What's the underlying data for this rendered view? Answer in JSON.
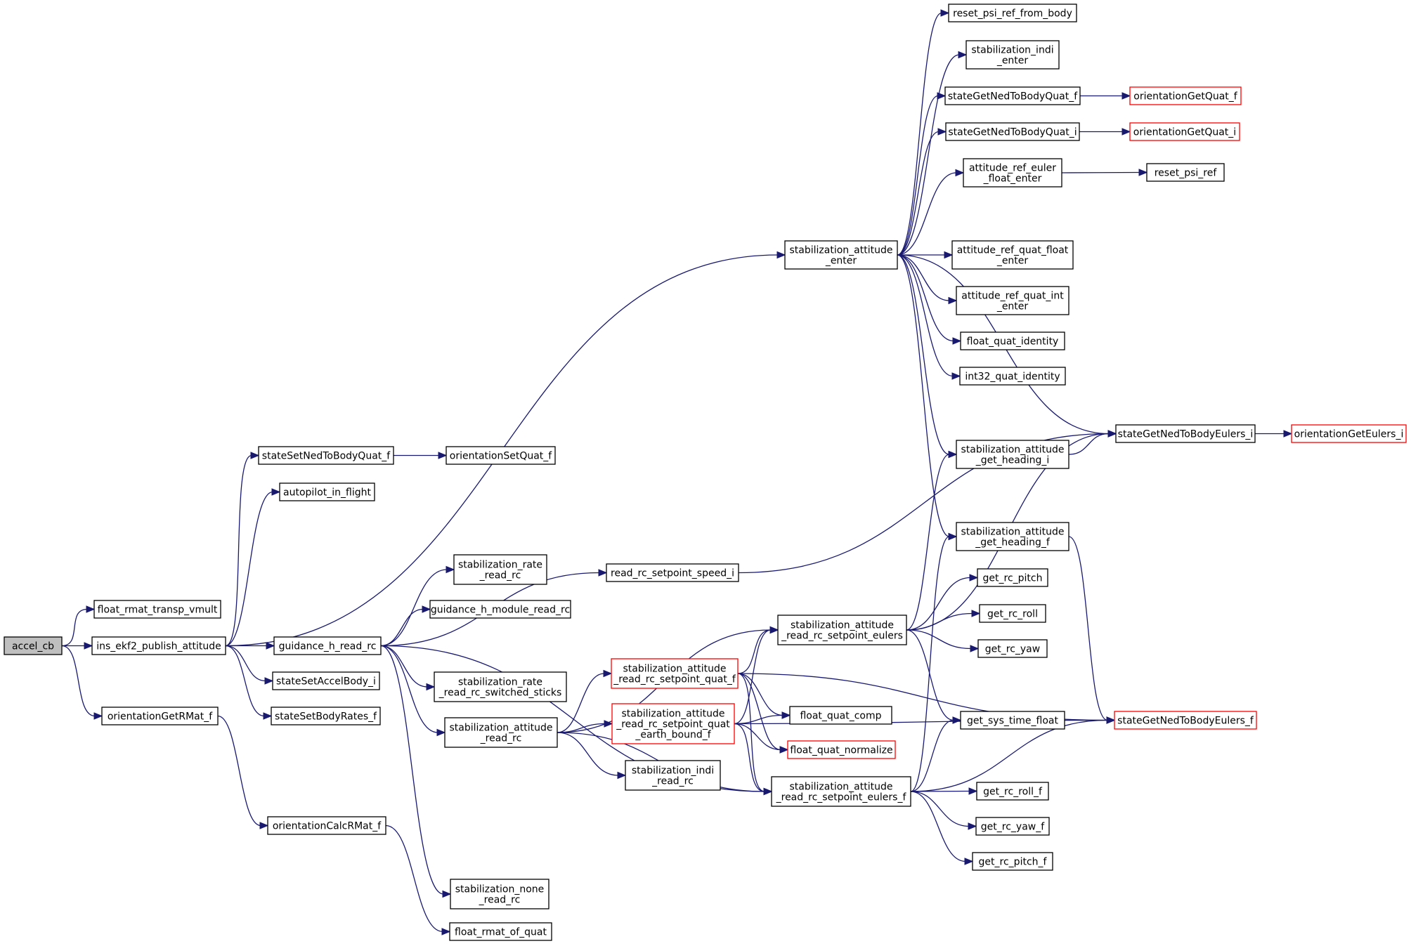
{
  "colors": {
    "edge": "#191970",
    "border": "#000000",
    "incomplete_border": "#ff0000",
    "root_fill": "#bfbfbf"
  },
  "nodes": {
    "accel_cb": {
      "lines": [
        "accel_cb"
      ],
      "style": "root"
    },
    "float_rmat_transp_vmult": {
      "lines": [
        "float_rmat_transp_vmult"
      ]
    },
    "ins_ekf2_publish_attitude": {
      "lines": [
        "ins_ekf2_publish_attitude"
      ]
    },
    "orientationGetRMat_f": {
      "lines": [
        "orientationGetRMat_f"
      ]
    },
    "orientationCalcRMat_f": {
      "lines": [
        "orientationCalcRMat_f"
      ]
    },
    "float_rmat_of_quat": {
      "lines": [
        "float_rmat_of_quat"
      ]
    },
    "stateSetNedToBodyQuat_f": {
      "lines": [
        "stateSetNedToBodyQuat_f"
      ]
    },
    "orientationSetQuat_f": {
      "lines": [
        "orientationSetQuat_f"
      ]
    },
    "autopilot_in_flight": {
      "lines": [
        "autopilot_in_flight"
      ]
    },
    "guidance_h_read_rc": {
      "lines": [
        "guidance_h_read_rc"
      ]
    },
    "stateSetAccelBody_i": {
      "lines": [
        "stateSetAccelBody_i"
      ]
    },
    "stateSetBodyRates_f": {
      "lines": [
        "stateSetBodyRates_f"
      ]
    },
    "stabilization_rate_read_rc": {
      "lines": [
        "stabilization_rate",
        "_read_rc"
      ]
    },
    "guidance_h_module_read_rc": {
      "lines": [
        "guidance_h_module_read_rc"
      ]
    },
    "stabilization_rate_read_rc_switched_sticks": {
      "lines": [
        "stabilization_rate",
        "_read_rc_switched_sticks"
      ]
    },
    "stabilization_attitude_read_rc": {
      "lines": [
        "stabilization_attitude",
        "_read_rc"
      ]
    },
    "stabilization_none_read_rc": {
      "lines": [
        "stabilization_none",
        "_read_rc"
      ]
    },
    "read_rc_setpoint_speed_i": {
      "lines": [
        "read_rc_setpoint_speed_i"
      ]
    },
    "stabilization_attitude_enter": {
      "lines": [
        "stabilization_attitude",
        "_enter"
      ]
    },
    "stabilization_attitude_read_rc_setpoint_quat_f": {
      "lines": [
        "stabilization_attitude",
        "_read_rc_setpoint_quat_f"
      ],
      "style": "red"
    },
    "stabilization_attitude_read_rc_setpoint_quat_earth_bound_f": {
      "lines": [
        "stabilization_attitude",
        "_read_rc_setpoint_quat",
        "_earth_bound_f"
      ],
      "style": "red"
    },
    "stabilization_indi_read_rc": {
      "lines": [
        "stabilization_indi",
        "_read_rc"
      ]
    },
    "stabilization_attitude_read_rc_setpoint_eulers": {
      "lines": [
        "stabilization_attitude",
        "_read_rc_setpoint_eulers"
      ]
    },
    "stabilization_attitude_read_rc_setpoint_eulers_f": {
      "lines": [
        "stabilization_attitude",
        "_read_rc_setpoint_eulers_f"
      ]
    },
    "float_quat_comp": {
      "lines": [
        "float_quat_comp"
      ]
    },
    "float_quat_normalize": {
      "lines": [
        "float_quat_normalize"
      ],
      "style": "red"
    },
    "reset_psi_ref_from_body": {
      "lines": [
        "reset_psi_ref_from_body"
      ]
    },
    "stabilization_indi_enter": {
      "lines": [
        "stabilization_indi",
        "_enter"
      ]
    },
    "stateGetNedToBodyQuat_f": {
      "lines": [
        "stateGetNedToBodyQuat_f"
      ]
    },
    "stateGetNedToBodyQuat_i": {
      "lines": [
        "stateGetNedToBodyQuat_i"
      ]
    },
    "attitude_ref_euler_float_enter": {
      "lines": [
        "attitude_ref_euler",
        "_float_enter"
      ]
    },
    "attitude_ref_quat_float_enter": {
      "lines": [
        "attitude_ref_quat_float",
        "_enter"
      ]
    },
    "attitude_ref_quat_int_enter": {
      "lines": [
        "attitude_ref_quat_int",
        "_enter"
      ]
    },
    "float_quat_identity": {
      "lines": [
        "float_quat_identity"
      ]
    },
    "int32_quat_identity": {
      "lines": [
        "int32_quat_identity"
      ]
    },
    "stabilization_attitude_get_heading_i": {
      "lines": [
        "stabilization_attitude",
        "_get_heading_i"
      ]
    },
    "stabilization_attitude_get_heading_f": {
      "lines": [
        "stabilization_attitude",
        "_get_heading_f"
      ]
    },
    "get_rc_pitch": {
      "lines": [
        "get_rc_pitch"
      ]
    },
    "get_rc_roll": {
      "lines": [
        "get_rc_roll"
      ]
    },
    "get_rc_yaw": {
      "lines": [
        "get_rc_yaw"
      ]
    },
    "get_sys_time_float": {
      "lines": [
        "get_sys_time_float"
      ]
    },
    "get_rc_roll_f": {
      "lines": [
        "get_rc_roll_f"
      ]
    },
    "get_rc_yaw_f": {
      "lines": [
        "get_rc_yaw_f"
      ]
    },
    "get_rc_pitch_f": {
      "lines": [
        "get_rc_pitch_f"
      ]
    },
    "orientationGetQuat_f": {
      "lines": [
        "orientationGetQuat_f"
      ],
      "style": "red"
    },
    "orientationGetQuat_i": {
      "lines": [
        "orientationGetQuat_i"
      ],
      "style": "red"
    },
    "reset_psi_ref": {
      "lines": [
        "reset_psi_ref"
      ]
    },
    "stateGetNedToBodyEulers_i": {
      "lines": [
        "stateGetNedToBodyEulers_i"
      ]
    },
    "orientationGetEulers_i": {
      "lines": [
        "orientationGetEulers_i"
      ],
      "style": "red"
    },
    "stateGetNedToBodyEulers_f": {
      "lines": [
        "stateGetNedToBodyEulers_f"
      ],
      "style": "red"
    }
  },
  "edges": [
    [
      "accel_cb",
      "float_rmat_transp_vmult"
    ],
    [
      "accel_cb",
      "ins_ekf2_publish_attitude"
    ],
    [
      "accel_cb",
      "orientationGetRMat_f"
    ],
    [
      "orientationGetRMat_f",
      "orientationCalcRMat_f"
    ],
    [
      "orientationCalcRMat_f",
      "float_rmat_of_quat"
    ],
    [
      "ins_ekf2_publish_attitude",
      "stateSetNedToBodyQuat_f"
    ],
    [
      "ins_ekf2_publish_attitude",
      "autopilot_in_flight"
    ],
    [
      "ins_ekf2_publish_attitude",
      "stabilization_attitude_enter"
    ],
    [
      "ins_ekf2_publish_attitude",
      "guidance_h_read_rc"
    ],
    [
      "ins_ekf2_publish_attitude",
      "stateSetAccelBody_i"
    ],
    [
      "ins_ekf2_publish_attitude",
      "stateSetBodyRates_f"
    ],
    [
      "stateSetNedToBodyQuat_f",
      "orientationSetQuat_f"
    ],
    [
      "guidance_h_read_rc",
      "stabilization_rate_read_rc"
    ],
    [
      "guidance_h_read_rc",
      "guidance_h_module_read_rc"
    ],
    [
      "guidance_h_read_rc",
      "read_rc_setpoint_speed_i"
    ],
    [
      "guidance_h_read_rc",
      "stabilization_rate_read_rc_switched_sticks"
    ],
    [
      "guidance_h_read_rc",
      "stabilization_attitude_read_rc"
    ],
    [
      "guidance_h_read_rc",
      "stabilization_none_read_rc"
    ],
    [
      "guidance_h_read_rc",
      "stabilization_attitude_read_rc_setpoint_eulers_f"
    ],
    [
      "read_rc_setpoint_speed_i",
      "stateGetNedToBodyEulers_i"
    ],
    [
      "stabilization_attitude_read_rc",
      "stabilization_attitude_read_rc_setpoint_eulers"
    ],
    [
      "stabilization_attitude_read_rc",
      "stabilization_attitude_read_rc_setpoint_quat_f"
    ],
    [
      "stabilization_attitude_read_rc",
      "stabilization_attitude_read_rc_setpoint_quat_earth_bound_f"
    ],
    [
      "stabilization_attitude_read_rc",
      "stabilization_indi_read_rc"
    ],
    [
      "stabilization_attitude_read_rc",
      "stabilization_attitude_read_rc_setpoint_eulers_f"
    ],
    [
      "stabilization_attitude_read_rc_setpoint_quat_f",
      "stabilization_attitude_read_rc_setpoint_eulers"
    ],
    [
      "stabilization_attitude_read_rc_setpoint_quat_f",
      "float_quat_comp"
    ],
    [
      "stabilization_attitude_read_rc_setpoint_quat_f",
      "float_quat_normalize"
    ],
    [
      "stabilization_attitude_read_rc_setpoint_quat_f",
      "stabilization_attitude_read_rc_setpoint_eulers_f"
    ],
    [
      "stabilization_attitude_read_rc_setpoint_quat_f",
      "stateGetNedToBodyEulers_f"
    ],
    [
      "stabilization_attitude_read_rc_setpoint_quat_earth_bound_f",
      "stabilization_attitude_read_rc_setpoint_eulers"
    ],
    [
      "stabilization_attitude_read_rc_setpoint_quat_earth_bound_f",
      "float_quat_comp"
    ],
    [
      "stabilization_attitude_read_rc_setpoint_quat_earth_bound_f",
      "float_quat_normalize"
    ],
    [
      "stabilization_attitude_read_rc_setpoint_quat_earth_bound_f",
      "stabilization_attitude_read_rc_setpoint_eulers_f"
    ],
    [
      "stabilization_attitude_read_rc_setpoint_quat_earth_bound_f",
      "stateGetNedToBodyEulers_f"
    ],
    [
      "stabilization_attitude_read_rc_setpoint_eulers",
      "stabilization_attitude_get_heading_i"
    ],
    [
      "stabilization_attitude_read_rc_setpoint_eulers",
      "stateGetNedToBodyEulers_i"
    ],
    [
      "stabilization_attitude_read_rc_setpoint_eulers",
      "get_rc_pitch"
    ],
    [
      "stabilization_attitude_read_rc_setpoint_eulers",
      "get_rc_roll"
    ],
    [
      "stabilization_attitude_read_rc_setpoint_eulers",
      "get_rc_yaw"
    ],
    [
      "stabilization_attitude_read_rc_setpoint_eulers",
      "get_sys_time_float"
    ],
    [
      "stabilization_attitude_read_rc_setpoint_eulers_f",
      "stabilization_attitude_get_heading_f"
    ],
    [
      "stabilization_attitude_read_rc_setpoint_eulers_f",
      "get_sys_time_float"
    ],
    [
      "stabilization_attitude_read_rc_setpoint_eulers_f",
      "stateGetNedToBodyEulers_f"
    ],
    [
      "stabilization_attitude_read_rc_setpoint_eulers_f",
      "get_rc_roll_f"
    ],
    [
      "stabilization_attitude_read_rc_setpoint_eulers_f",
      "get_rc_yaw_f"
    ],
    [
      "stabilization_attitude_read_rc_setpoint_eulers_f",
      "get_rc_pitch_f"
    ],
    [
      "stabilization_attitude_enter",
      "reset_psi_ref_from_body"
    ],
    [
      "stabilization_attitude_enter",
      "stabilization_indi_enter"
    ],
    [
      "stabilization_attitude_enter",
      "stateGetNedToBodyQuat_f"
    ],
    [
      "stabilization_attitude_enter",
      "stateGetNedToBodyQuat_i"
    ],
    [
      "stabilization_attitude_enter",
      "attitude_ref_euler_float_enter"
    ],
    [
      "stabilization_attitude_enter",
      "stateGetNedToBodyEulers_i"
    ],
    [
      "stabilization_attitude_enter",
      "attitude_ref_quat_float_enter"
    ],
    [
      "stabilization_attitude_enter",
      "attitude_ref_quat_int_enter"
    ],
    [
      "stabilization_attitude_enter",
      "float_quat_identity"
    ],
    [
      "stabilization_attitude_enter",
      "int32_quat_identity"
    ],
    [
      "stabilization_attitude_enter",
      "stabilization_attitude_get_heading_i"
    ],
    [
      "stabilization_attitude_enter",
      "stabilization_attitude_get_heading_f"
    ],
    [
      "stateGetNedToBodyQuat_f",
      "orientationGetQuat_f"
    ],
    [
      "stateGetNedToBodyQuat_i",
      "orientationGetQuat_i"
    ],
    [
      "attitude_ref_euler_float_enter",
      "reset_psi_ref"
    ],
    [
      "stabilization_attitude_get_heading_i",
      "stateGetNedToBodyEulers_i"
    ],
    [
      "stabilization_attitude_get_heading_f",
      "stateGetNedToBodyEulers_f"
    ],
    [
      "stateGetNedToBodyEulers_i",
      "orientationGetEulers_i"
    ]
  ]
}
